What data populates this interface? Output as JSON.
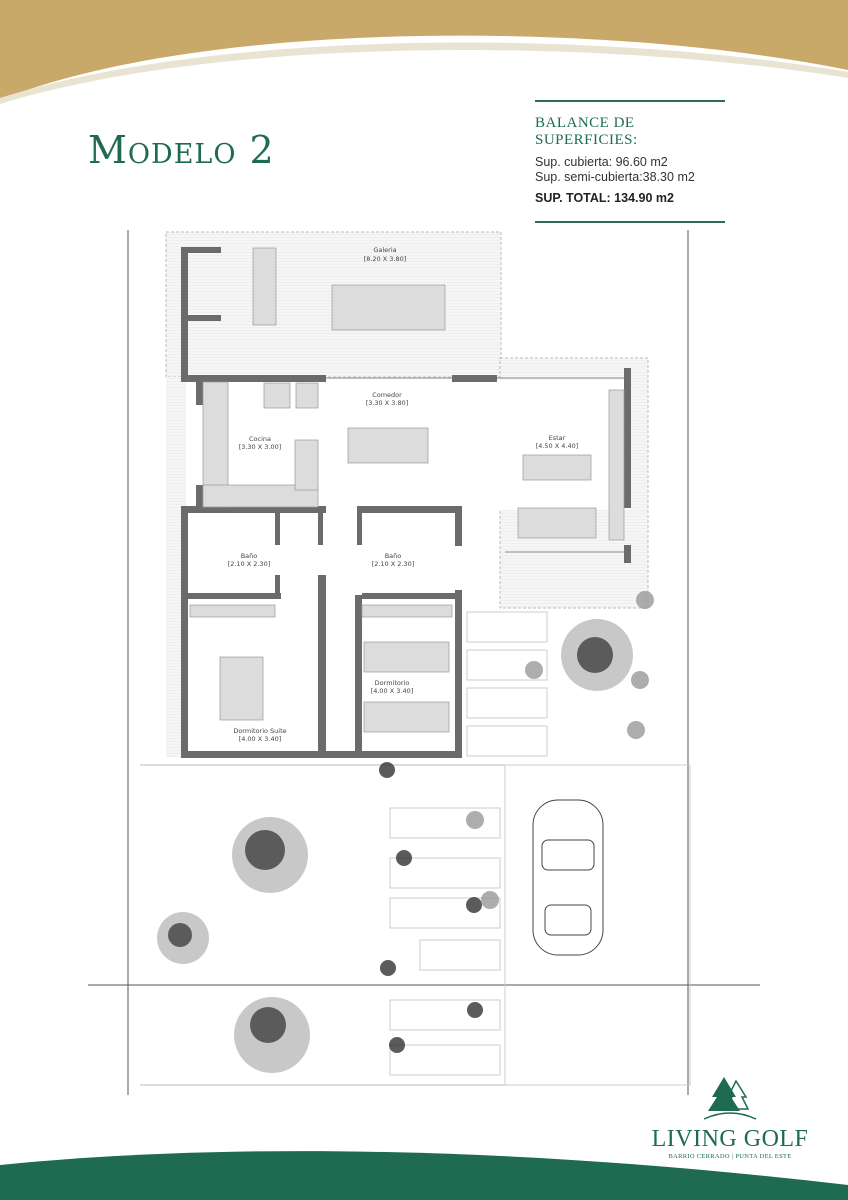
{
  "title": "Modelo 2",
  "balance": {
    "heading": "BALANCE DE SUPERFICIES:",
    "cubierta": "Sup. cubierta: 96.60 m2",
    "semi_cubierta": "Sup. semi-cubierta:38.30 m2",
    "total": "SUP. TOTAL: 134.90 m2"
  },
  "rooms": [
    {
      "name": "Galeria",
      "dims": "[8.20 X 3.80]"
    },
    {
      "name": "Comedor",
      "dims": "[3.30 X 3.80]"
    },
    {
      "name": "Cocina",
      "dims": "[3.30 X 3.00]"
    },
    {
      "name": "Estar",
      "dims": "[4.50 X 4.40]"
    },
    {
      "name": "Baño",
      "dims": "[2.10 X 2.30]"
    },
    {
      "name": "Baño",
      "dims": "[2.10 X 2.30]"
    },
    {
      "name": "Dormitorio",
      "dims": "[4.00 X 3.40]"
    },
    {
      "name": "Dormitorio Suite",
      "dims": "[4.00 X 3.40]"
    }
  ],
  "logo": {
    "name": "LIVING GOLF",
    "tagline": "BARRIO CERRADO | PUNTA DEL ESTE"
  },
  "colors": {
    "gold": "#c9a96a",
    "green": "#1e6b52",
    "wall": "#6b6b6b"
  }
}
